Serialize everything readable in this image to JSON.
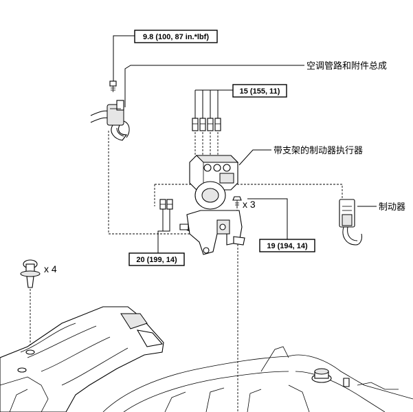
{
  "torque_specs": {
    "ac_bolt": "9.8 (100, 87 in.*lbf)",
    "actuator_nuts": "15 (155, 11)",
    "bracket_bolts_left": "20 (199, 14)",
    "bracket_bolts_right": "19 (194, 14)"
  },
  "labels": {
    "ac_line": "空调管路和附件总成",
    "actuator": "带支架的制动器执行器",
    "brake_partial": "制动器"
  },
  "quantities": {
    "bolts": "x 3",
    "clips": "x 4"
  }
}
